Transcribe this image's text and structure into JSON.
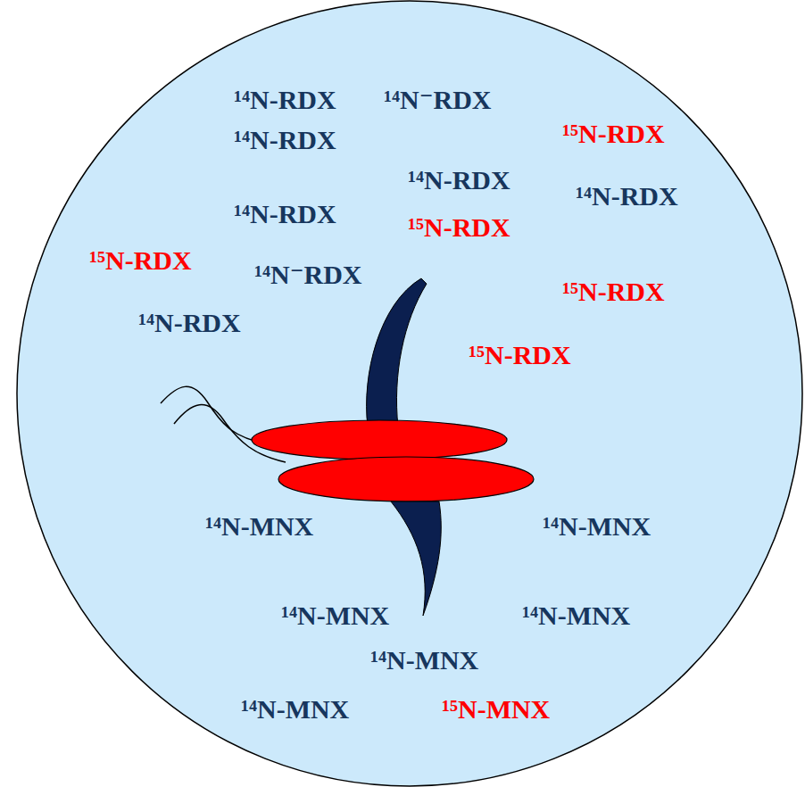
{
  "diagram": {
    "nodes": [
      {
        "text": [
          "¹⁴N-RDX",
          "¹⁴N⁻RDX",
          "¹⁵N-RDX",
          "¹⁴N-RDX",
          "¹⁴N-RDX",
          "¹⁴N-RDX",
          "¹⁴N-RDX",
          "¹⁵N-RDX",
          "¹⁵N-RDX",
          "¹⁴N⁻RDX",
          "¹⁵N-RDX",
          "¹⁴N-RDX",
          "¹⁵N-RDX",
          "¹⁴N-MNX",
          "¹⁴N-MNX",
          "¹⁴N-MNX",
          "¹⁴N-MNX",
          "¹⁴N-MNX",
          "¹⁴N-MNX",
          "¹⁵N-MNX"
        ]
      }
    ]
  }
}
